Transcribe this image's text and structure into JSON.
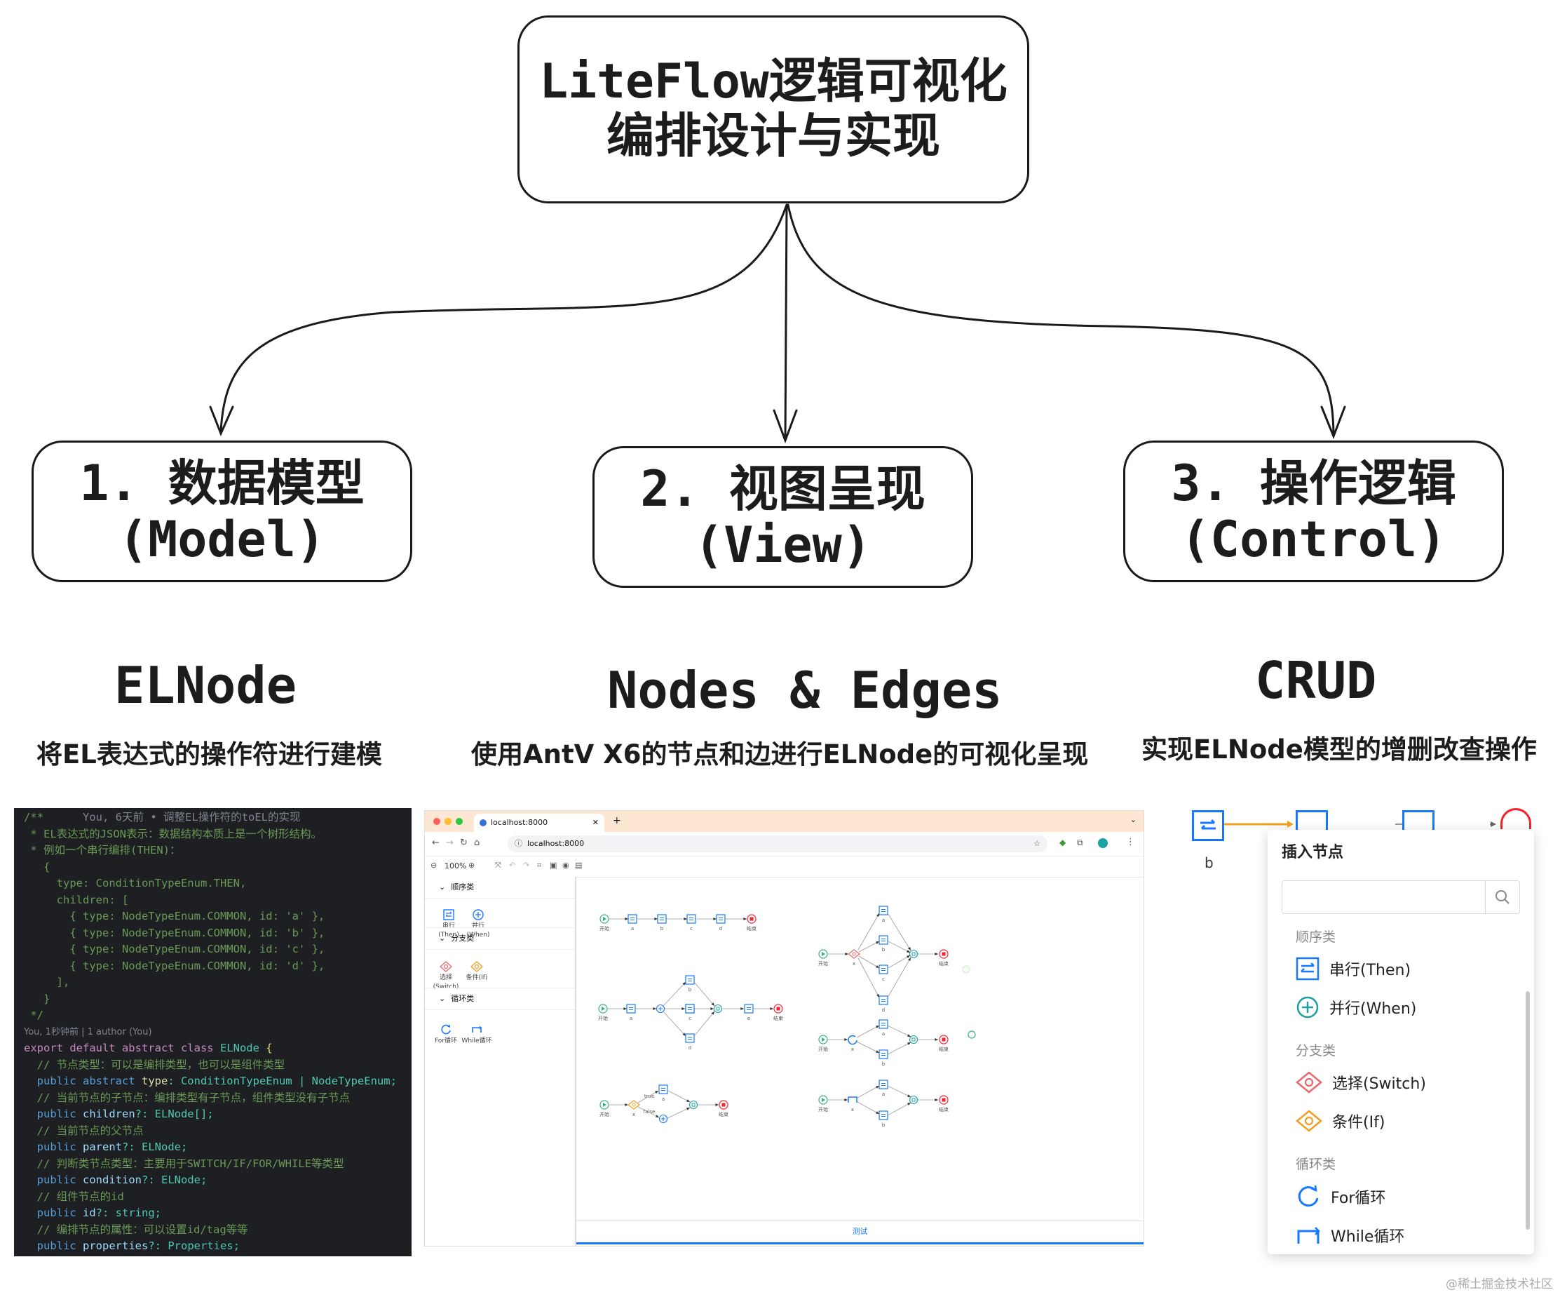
{
  "root": {
    "line1": "LiteFlow逻辑可视化",
    "line2": "编排设计与实现"
  },
  "categories": [
    {
      "line1": "1. 数据模型",
      "line2": "(Model)",
      "title": "ELNode",
      "desc": "将EL表达式的操作符进行建模"
    },
    {
      "line1": "2. 视图呈现",
      "line2": "(View)",
      "title": "Nodes & Edges",
      "desc": "使用AntV X6的节点和边进行ELNode的可视化呈现"
    },
    {
      "line1": "3. 操作逻辑",
      "line2": "(Control)",
      "title": "CRUD",
      "desc": "实现ELNode模型的增删改查操作"
    }
  ],
  "code": {
    "blame_top": "You, 6天前 • 调整EL操作符的toEL的实现",
    "c1": " * EL表达式的JSON表示：数据结构本质上是一个树形结构。",
    "c2": " * 例如一个串行编排(THEN)：",
    "c3": "   {",
    "c4": "     type: ConditionTypeEnum.THEN,",
    "c5": "     children: [",
    "c6": "       { type: NodeTypeEnum.COMMON, id: 'a' },",
    "c7": "       { type: NodeTypeEnum.COMMON, id: 'b' },",
    "c8": "       { type: NodeTypeEnum.COMMON, id: 'c' },",
    "c9": "       { type: NodeTypeEnum.COMMON, id: 'd' },",
    "c10": "     ],",
    "c11": "   }",
    "c12": " */",
    "blame": "You, 1秒钟前 | 1 author (You)",
    "class_kw": "export default abstract class ",
    "class_name": "ELNode",
    "class_brace": " {",
    "m1": "  // 节点类型：可以是编排类型，也可以是组件类型",
    "m2a": "  public abstract ",
    "m2b": "type",
    "m2c": ": ConditionTypeEnum | NodeTypeEnum;",
    "m3": "  // 当前节点的子节点：编排类型有子节点，组件类型没有子节点",
    "m4a": "  public ",
    "m4b": "children",
    "m4c": "?: ELNode[];",
    "m5": "  // 当前节点的父节点",
    "m6a": "  public ",
    "m6b": "parent",
    "m6c": "?: ELNode;",
    "m7": "  // 判断类节点类型：主要用于SWITCH/IF/FOR/WHILE等类型",
    "m8a": "  public ",
    "m8b": "condition",
    "m8c": "?: ELNode;",
    "m9": "  // 组件节点的id",
    "m10a": "  public ",
    "m10b": "id",
    "m10c": "?: string;",
    "m11": "  // 编排节点的属性：可以设置id/tag等等",
    "m12a": "  public ",
    "m12b": "properties",
    "m12c": "?: Properties;"
  },
  "browser": {
    "tab": "localhost:8000",
    "url": "localhost:8000",
    "zoom": "100%",
    "groups": [
      "顺序类",
      "分支类",
      "循环类"
    ],
    "items": [
      {
        "l1": "串行",
        "l2": "(Then)"
      },
      {
        "l1": "并行",
        "l2": "(When)"
      },
      {
        "l1": "选择",
        "l2": "(Switch)"
      },
      {
        "l1": "条件(If)",
        "l2": ""
      },
      {
        "l1": "For循环",
        "l2": ""
      },
      {
        "l1": "While循环",
        "l2": ""
      }
    ],
    "labels": {
      "start": "开始",
      "end": "结束",
      "a": "a",
      "b": "b",
      "c": "c",
      "d": "d",
      "e": "e",
      "x": "x",
      "true": "true",
      "false": "false"
    },
    "test_button": "测试"
  },
  "insert": {
    "node_label": "b",
    "title": "插入节点",
    "search_placeholder": "",
    "groups": [
      "顺序类",
      "分支类",
      "循环类"
    ],
    "items": [
      "串行(Then)",
      "并行(When)",
      "选择(Switch)",
      "条件(If)",
      "For循环",
      "While循环"
    ]
  },
  "watermark": "@稀土掘金技术社区",
  "colors": {
    "node_blue": "#1677ff",
    "start_green": "#36b37e",
    "end_red": "#f5222d",
    "switch_red": "#e8686d",
    "if_orange": "#f0a020"
  }
}
